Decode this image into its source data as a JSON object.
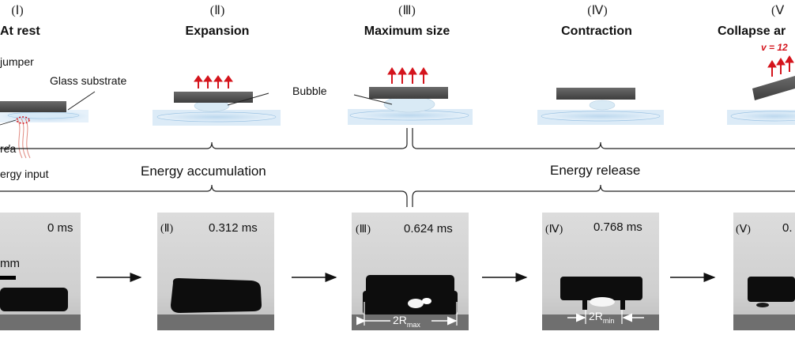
{
  "stages": [
    {
      "numeral": "(Ⅰ)",
      "title": "At rest"
    },
    {
      "numeral": "(Ⅱ)",
      "title": "Expansion"
    },
    {
      "numeral": "(Ⅲ)",
      "title": "Maximum size"
    },
    {
      "numeral": "(Ⅳ)",
      "title": "Contraction"
    },
    {
      "numeral": "(Ⅴ",
      "title": "Collapse ar"
    }
  ],
  "labels": {
    "jumper": "jumper",
    "glass_substrate": "Glass substrate",
    "bubble": "Bubble",
    "area": "rea",
    "energy_input": "ergy input",
    "velocity": "v = 12"
  },
  "phases": {
    "accumulation": "Energy accumulation",
    "release": "Energy release"
  },
  "frames": [
    {
      "tag": "",
      "time": "0 ms",
      "scale": "mm"
    },
    {
      "tag": "(Ⅱ)",
      "time": "0.312 ms"
    },
    {
      "tag": "(Ⅲ)",
      "time": "0.624 ms",
      "measure": "2R",
      "measure_sub": "max"
    },
    {
      "tag": "(Ⅳ)",
      "time": "0.768 ms",
      "measure": "2R",
      "measure_sub": "min"
    },
    {
      "tag": "(Ⅴ)",
      "time": "0."
    }
  ],
  "colors": {
    "arrow_red": "#d4141c",
    "substrate": "#cfe3f3",
    "jumper": "#555555"
  }
}
